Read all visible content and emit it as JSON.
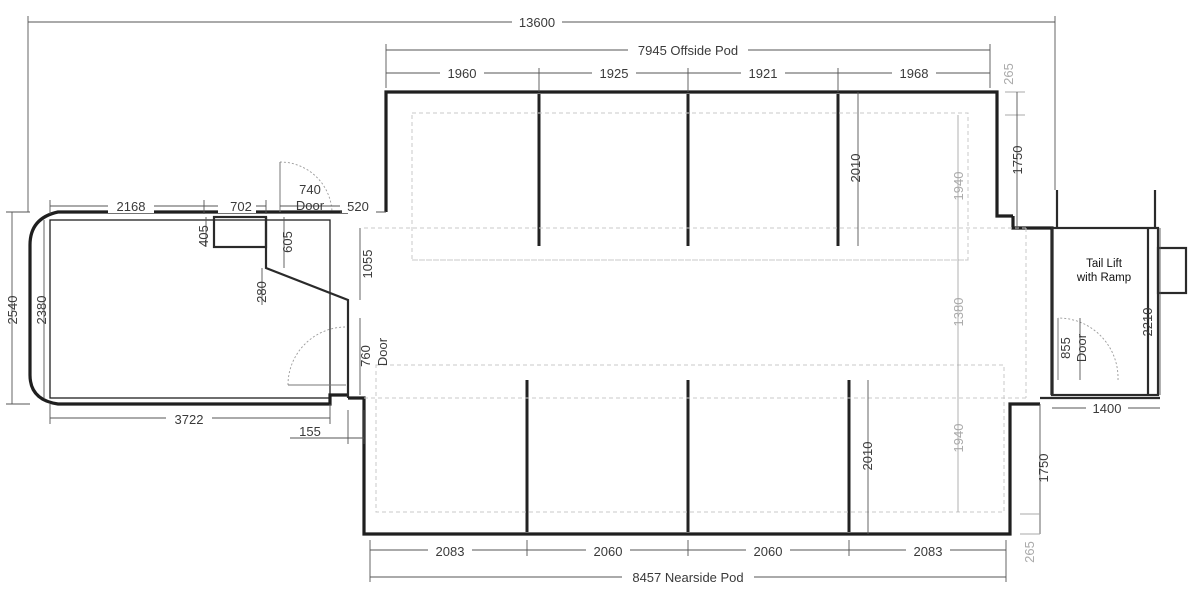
{
  "dimensions": {
    "overall_length": "13600",
    "offside_pod": "7945 Offside Pod",
    "nearside_pod": "8457 Nearside Pod",
    "offside_bays": [
      "1960",
      "1925",
      "1921",
      "1968"
    ],
    "nearside_bays": [
      "2083",
      "2060",
      "2060",
      "2083"
    ],
    "cab_width_outer": "2540",
    "cab_width_inner": "2380",
    "cab_top_length": "2168",
    "cab_cupboard_length": "702",
    "cab_cupboard_depth": "405",
    "door_top_width": "740",
    "door_top_label": "Door",
    "step_520": "520",
    "step_605": "605",
    "step_280": "280",
    "step_1055": "1055",
    "door_side_width": "760",
    "door_side_label": "Door",
    "cab_bottom_length": "3722",
    "step_155": "155",
    "partition_offside": "2010",
    "partition_nearside": "2010",
    "pod_depth_offside": "1940",
    "pod_depth_nearside": "1940",
    "aisle_width": "1380",
    "pod_end_offside": "1750",
    "pod_end_nearside": "1750",
    "overhang_top": "265",
    "overhang_bottom": "265",
    "tail_lift_width": "2210",
    "tail_lift_depth": "1400",
    "rear_door_width": "855",
    "rear_door_label": "Door"
  },
  "labels": {
    "tail_lift_line1": "Tail Lift",
    "tail_lift_line2": "with Ramp"
  }
}
